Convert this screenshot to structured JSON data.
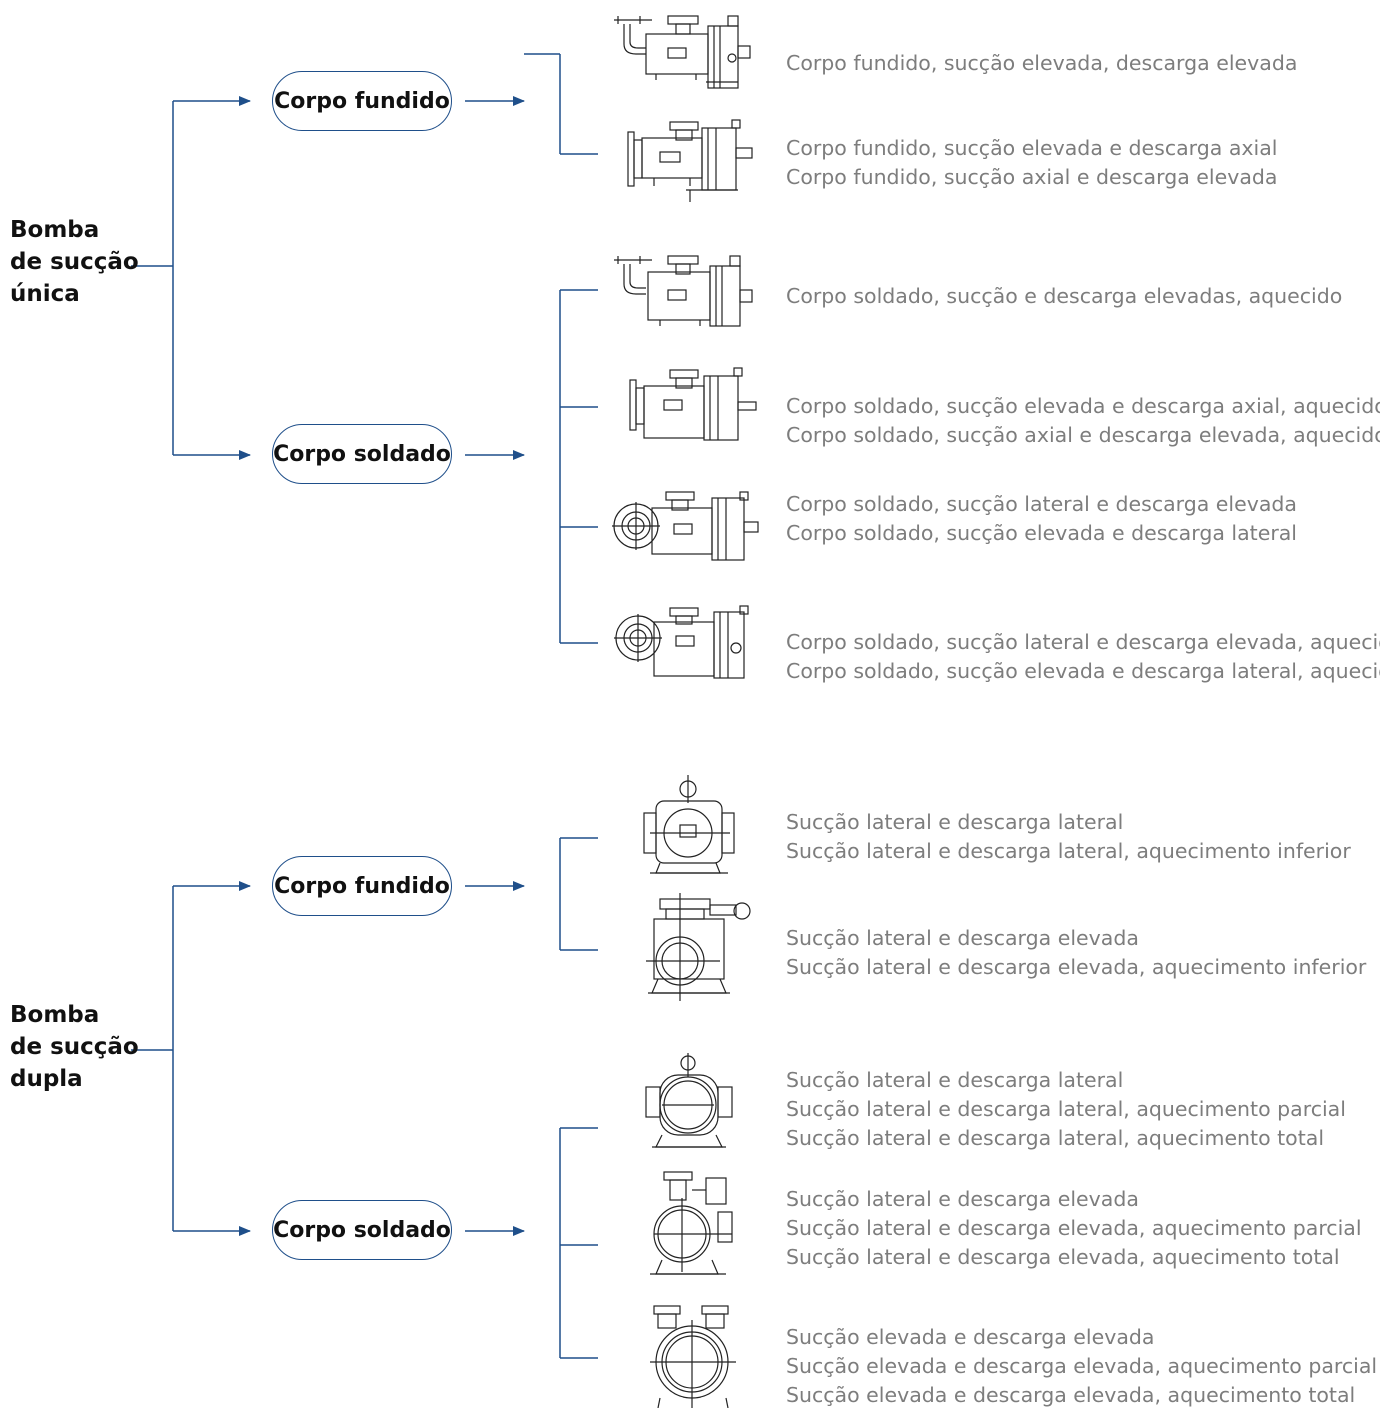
{
  "groups": [
    {
      "root": [
        "Bomba",
        "de sucção",
        "única"
      ],
      "branches": [
        {
          "label": "Corpo fundido",
          "variants": [
            {
              "lines": [
                "Corpo fundido, sucção elevada, descarga elevada"
              ]
            },
            {
              "lines": [
                "Corpo fundido, sucção elevada e descarga axial",
                "Corpo fundido, sucção axial e descarga elevada"
              ]
            }
          ]
        },
        {
          "label": "Corpo soldado",
          "variants": [
            {
              "lines": [
                "Corpo soldado, sucção e descarga elevadas, aquecido"
              ]
            },
            {
              "lines": [
                "Corpo soldado, sucção elevada e descarga axial, aquecido",
                "Corpo soldado, sucção axial e descarga elevada, aquecido"
              ]
            },
            {
              "lines": [
                "Corpo soldado, sucção lateral e descarga elevada",
                "Corpo soldado, sucção elevada e descarga lateral"
              ]
            },
            {
              "lines": [
                "Corpo soldado, sucção lateral e descarga elevada, aquecido",
                "Corpo soldado, sucção elevada e descarga lateral, aquecido"
              ]
            }
          ]
        }
      ]
    },
    {
      "root": [
        "Bomba",
        "de sucção",
        "dupla"
      ],
      "branches": [
        {
          "label": "Corpo fundido",
          "variants": [
            {
              "lines": [
                "Sucção lateral e descarga lateral",
                "Sucção lateral e descarga lateral, aquecimento inferior"
              ]
            },
            {
              "lines": [
                "Sucção lateral e descarga elevada",
                "Sucção lateral e descarga elevada, aquecimento inferior"
              ]
            }
          ]
        },
        {
          "label": "Corpo soldado",
          "variants": [
            {
              "lines": [
                "Sucção lateral e descarga lateral",
                "Sucção lateral e descarga lateral, aquecimento parcial",
                "Sucção lateral e descarga lateral, aquecimento total"
              ]
            },
            {
              "lines": [
                "Sucção lateral e descarga elevada",
                "Sucção lateral e descarga elevada, aquecimento parcial",
                "Sucção lateral e descarga elevada, aquecimento total"
              ]
            },
            {
              "lines": [
                "Sucção elevada e descarga elevada",
                "Sucção elevada e descarga elevada, aquecimento parcial",
                "Sucção elevada e descarga elevada, aquecimento total"
              ]
            }
          ]
        }
      ]
    }
  ],
  "colors": {
    "connector": "#1f4f8a",
    "description_text": "#7d7d7d",
    "root_text": "#111111"
  },
  "icons": [
    "single-suction-pump-side-view-icon",
    "double-suction-pump-front-view-icon"
  ]
}
